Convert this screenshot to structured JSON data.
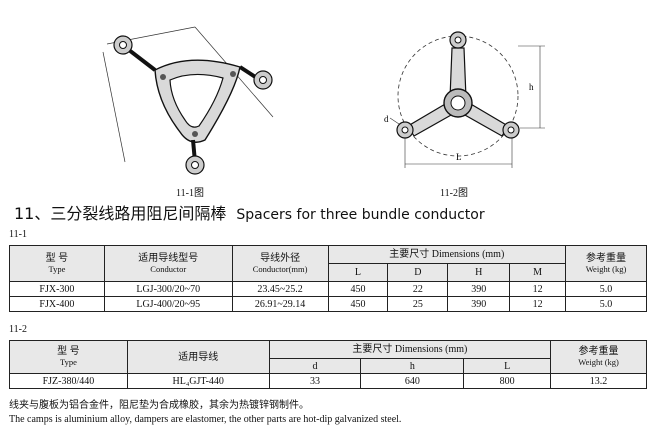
{
  "figures": {
    "fig1_caption": "11-1图",
    "fig2_caption": "11-2图",
    "fig2_dims": {
      "h": "h",
      "L": "L",
      "d": "d"
    }
  },
  "title": {
    "cn": "11、三分裂线路用阻尼间隔棒",
    "en": "Spacers for three bundle conductor"
  },
  "table1": {
    "section_label": "11-1",
    "headers": {
      "type_cn": "型 号",
      "type_en": "Type",
      "conductor_cn": "适用导线型号",
      "conductor_en": "Conductor",
      "diameter_cn": "导线外径",
      "diameter_en": "Conductor(mm)",
      "dims_cn": "主要尺寸 Dimensions (mm)",
      "weight_cn": "参考重量",
      "weight_en": "Weight (kg)",
      "L": "L",
      "D": "D",
      "H": "H",
      "M": "M"
    },
    "rows": [
      {
        "type": "FJX-300",
        "conductor": "LGJ-300/20~70",
        "diameter": "23.45~25.2",
        "L": "450",
        "D": "22",
        "H": "390",
        "M": "12",
        "weight": "5.0"
      },
      {
        "type": "FJX-400",
        "conductor": "LGJ-400/20~95",
        "diameter": "26.91~29.14",
        "L": "450",
        "D": "25",
        "H": "390",
        "M": "12",
        "weight": "5.0"
      }
    ]
  },
  "table2": {
    "section_label": "11-2",
    "headers": {
      "type_cn": "型 号",
      "type_en": "Type",
      "conductor_cn": "适用导线",
      "dims_cn": "主要尺寸 Dimensions (mm)",
      "weight_cn": "参考重量",
      "weight_en": "Weight (kg)",
      "d": "d",
      "h": "h",
      "L": "L"
    },
    "rows": [
      {
        "type": "FJZ-380/440",
        "conductor": "HL₄GJT-440",
        "d": "33",
        "h": "640",
        "L": "800",
        "weight": "13.2"
      }
    ]
  },
  "notes": {
    "cn": "线夹与腹板为铝合金件，阻尼垫为合成橡胶，其余为热镀锌钢制件。",
    "en": "The camps is aluminium alloy, dampers are elastomer, the other parts are hot-dip galvanized steel."
  }
}
